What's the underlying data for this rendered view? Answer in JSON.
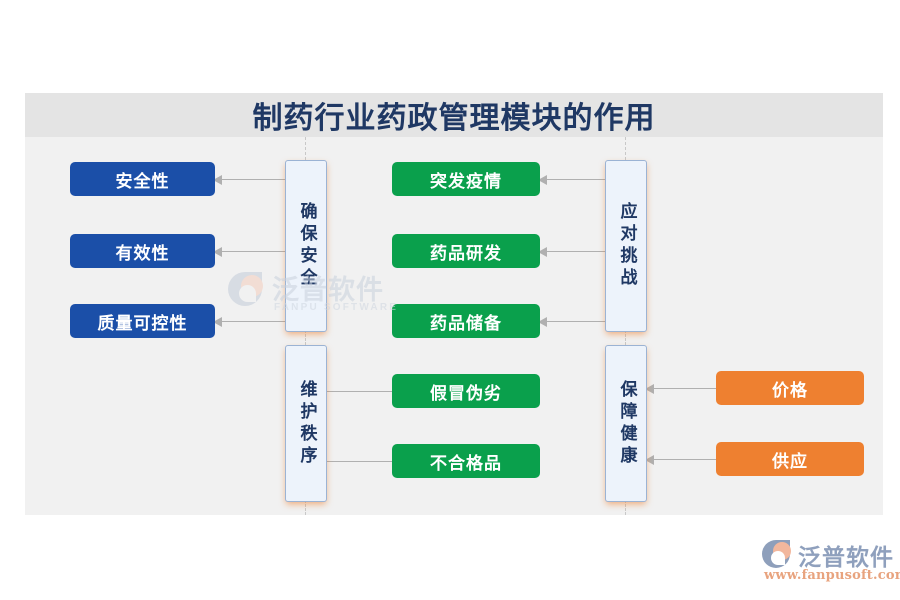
{
  "page": {
    "title": "制药行业药政管理模块的作用"
  },
  "watermark": {
    "cn": "泛普软件",
    "en": "FANPU SOFTWARE",
    "icon": "fanpu-logo-icon"
  },
  "logo": {
    "cn": "泛普软件",
    "url": "www.fanpusoft.com",
    "icon": "fanpu-logo-icon"
  },
  "colors": {
    "title_text": "#1f3864",
    "panel_header": "#e4e4e4",
    "panel_body": "#f1f1f1",
    "blue": "#1b4fa8",
    "green": "#0aa04c",
    "orange": "#ee8030",
    "stage_fill": "#edf3fb",
    "stage_border": "#9bb3d4",
    "stage_glow": "#ed7f2e",
    "connector": "#b0b0b0"
  },
  "diagram": {
    "stages": [
      {
        "id": "ensure-safety",
        "label": "确保安全"
      },
      {
        "id": "meet-challenge",
        "label": "应对挑战"
      },
      {
        "id": "maintain-order",
        "label": "维护秩序"
      },
      {
        "id": "protect-health",
        "label": "保障健康"
      }
    ],
    "leaves": {
      "ensure_safety": [
        {
          "label": "安全性",
          "color": "blue"
        },
        {
          "label": "有效性",
          "color": "blue"
        },
        {
          "label": "质量可控性",
          "color": "blue"
        }
      ],
      "meet_challenge": [
        {
          "label": "突发疫情",
          "color": "green"
        },
        {
          "label": "药品研发",
          "color": "green"
        },
        {
          "label": "药品储备",
          "color": "green"
        }
      ],
      "maintain_order": [
        {
          "label": "假冒伪劣",
          "color": "green"
        },
        {
          "label": "不合格品",
          "color": "green"
        }
      ],
      "protect_health": [
        {
          "label": "价格",
          "color": "orange"
        },
        {
          "label": "供应",
          "color": "orange"
        }
      ]
    }
  }
}
